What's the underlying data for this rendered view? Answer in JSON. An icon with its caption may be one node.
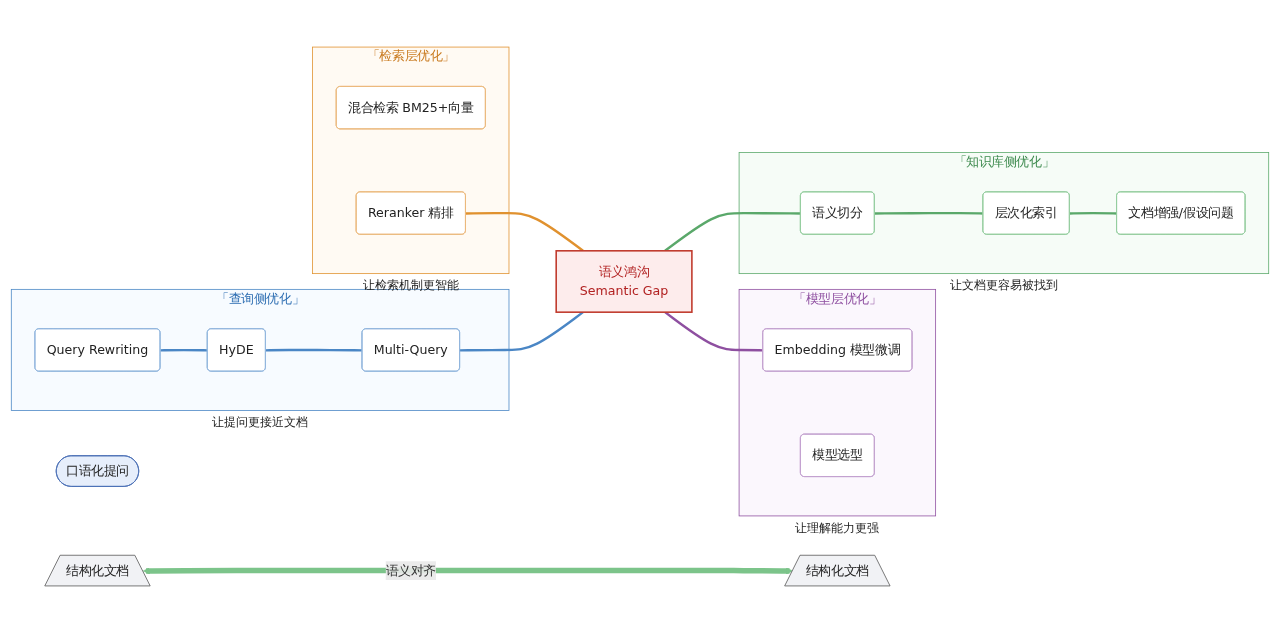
{
  "diagram": {
    "nodes": [
      {
        "text": [
          "语义鸿沟",
          "Semantic Gap"
        ]
      },
      {
        "text": [
          "「查询侧优化」"
        ],
        "beside": [
          "让提问更接近文档"
        ]
      },
      {
        "text": [
          "Query Rewriting"
        ],
        "in": 1
      },
      {
        "text": [
          "HyDE"
        ],
        "in": 1
      },
      {
        "text": [
          "Multi-Query"
        ],
        "in": 1
      },
      {
        "text": [
          "「知识库侧优化」"
        ],
        "beside": [
          "让文档更容易被找到"
        ]
      },
      {
        "text": [
          "语义切分"
        ],
        "in": 5
      },
      {
        "text": [
          "层次化索引"
        ],
        "in": 5
      },
      {
        "text": [
          "文档增强/假设问题"
        ],
        "in": 5
      },
      {
        "text": [
          "口语化提问"
        ]
      },
      {
        "text": [
          "结构化文档"
        ]
      },
      {
        "text": [
          "结构化文档"
        ]
      },
      {
        "text": [
          "「检索层优化」"
        ],
        "beside": [
          "让检索机制更智能"
        ]
      },
      {
        "text": [
          "混合检索 BM25+向量"
        ],
        "in": 12
      },
      {
        "text": [
          "Reranker 精排"
        ],
        "in": 12
      },
      {
        "text": [
          "「模型层优化」"
        ],
        "beside": [
          "让理解能力更强"
        ]
      },
      {
        "text": [
          "Embedding 模型微调"
        ],
        "in": 15
      },
      {
        "text": [
          "模型选型"
        ],
        "in": 15
      }
    ],
    "edges": [
      {
        "from": 2,
        "to": 3,
        "arrow": "none",
        "color": "#4a86c5"
      },
      {
        "from": 3,
        "to": 4,
        "arrow": "none",
        "color": "#4a86c5"
      },
      {
        "from": 4,
        "to": 0,
        "arrow": "none",
        "color": "#4a86c5"
      },
      {
        "from": 0,
        "to": 6,
        "arrow": "none",
        "color": "#5aa86a"
      },
      {
        "from": 6,
        "to": 7,
        "arrow": "none",
        "color": "#5aa86a"
      },
      {
        "from": 7,
        "to": 8,
        "arrow": "none",
        "color": "#5aa86a"
      },
      {
        "from": 10,
        "to": 11,
        "arrow": "both",
        "label": "语义对齐",
        "style": "thick",
        "color": "#7cc48a"
      },
      {
        "from": 14,
        "to": 0,
        "arrow": "none",
        "color": "#e0912e"
      },
      {
        "from": 0,
        "to": 16,
        "arrow": "none",
        "color": "#8e4fa0"
      }
    ]
  }
}
